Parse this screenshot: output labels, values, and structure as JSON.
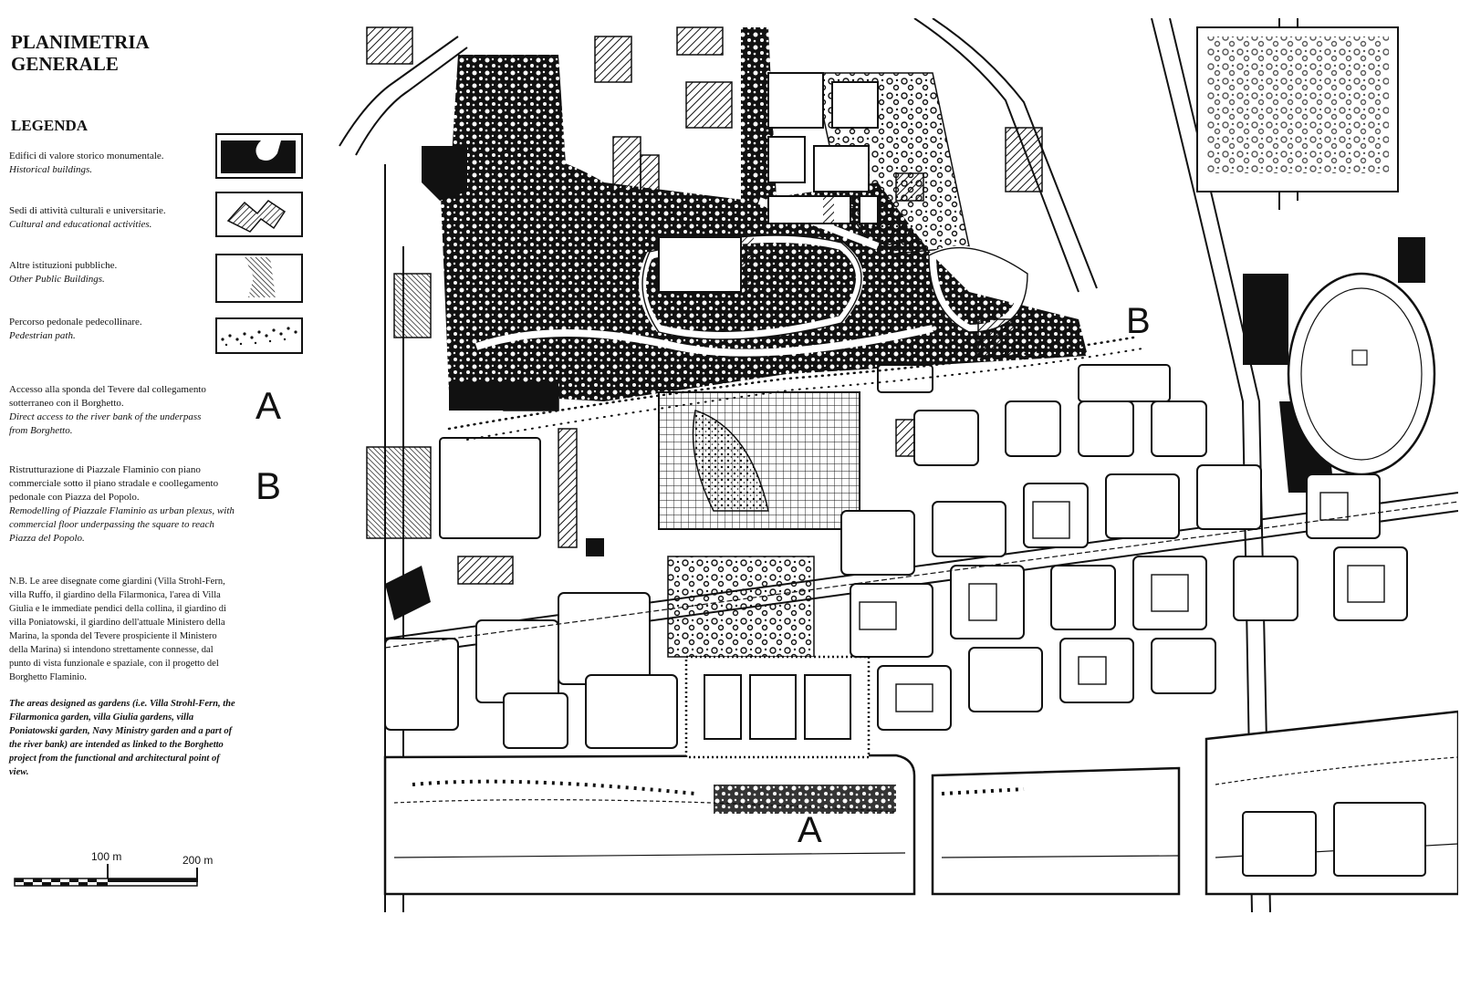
{
  "title": {
    "line1": "PLANIMETRIA",
    "line2": "GENERALE"
  },
  "legend": {
    "heading": "LEGENDA",
    "items": [
      {
        "it": "Edifici di valore storico monumentale.",
        "en": "Historical buildings.",
        "swatch": "solid-black"
      },
      {
        "it": "Sedi di attività culturali e universitarie.",
        "en": "Cultural and educational activities.",
        "swatch": "hatched"
      },
      {
        "it": "Altre istituzioni pubbliche.",
        "en": "Other Public Buildings.",
        "swatch": "cross-hatched"
      },
      {
        "it": "Percorso pedonale pedecollinare.",
        "en": "Pedestrian path.",
        "swatch": "dotted-path"
      }
    ],
    "access": {
      "letter": "A",
      "it1": "Accesso alla sponda del Tevere dal collegamento",
      "it2": "sotterraneo con il Borghetto.",
      "en1": "Direct access to the river bank of the underpass",
      "en2": "from Borghetto."
    },
    "remodel": {
      "letter": "B",
      "it1": "Ristrutturazione di Piazzale Flaminio con piano",
      "it2": "commerciale sotto il piano stradale e coollegamento",
      "it3": "pedonale con Piazza del Popolo.",
      "en1": "Remodelling of Piazzale Flaminio as urban plexus, with",
      "en2": "commercial floor underpassing the square to reach",
      "en3": "Piazza del Popolo."
    },
    "note_it": [
      "N.B. Le aree disegnate come giardini (Villa Strohl-Fern,",
      "villa Ruffo, il giardino della Filarmonica, l'area di Villa",
      "Giulia e le immediate pendici della collina, il giardino di",
      "villa Poniatowski, il giardino dell'attuale Ministero della",
      "Marina, la sponda del Tevere prospiciente il Ministero",
      "della Marina) si intendono strettamente connesse, dal",
      "punto di vista funzionale e spaziale, con il progetto del",
      "Borghetto Flaminio."
    ],
    "note_en": [
      "The areas designed as gardens (i.e. Villa Strohl-Fern, the",
      "Filarmonica garden, villa Giulia gardens, villa",
      "Poniatowski garden, Navy Ministry garden and a part of",
      "the river bank) are intended as linked to the Borghetto",
      "project from the functional and architectural  point of",
      "view."
    ],
    "scale": {
      "label1": "100 m",
      "label2": "200 m"
    }
  },
  "map": {
    "label_a": "A",
    "label_b": "B",
    "colors": {
      "ink": "#111111",
      "paper": "#ffffff",
      "river": "#ffffff"
    }
  }
}
